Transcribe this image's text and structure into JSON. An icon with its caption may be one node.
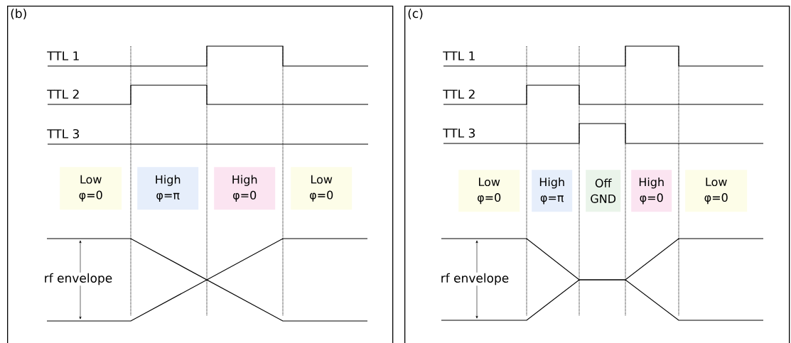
{
  "diagram": {
    "nodes": [
      {
        "text": [
          "(b)"
        ]
      },
      {
        "text": [
          "Low",
          "φ=0"
        ],
        "in": 0
      },
      {
        "text": [
          "High",
          "φ=π"
        ],
        "in": 0
      },
      {
        "text": [
          "High",
          "φ=0"
        ],
        "in": 0
      },
      {
        "text": [
          "Low",
          "φ=0"
        ],
        "in": 0
      },
      {
        "text": [
          "(c)"
        ]
      },
      {
        "text": [
          "Low",
          "φ=0"
        ],
        "in": 5
      },
      {
        "text": [
          "High",
          "φ=π"
        ],
        "in": 5
      },
      {
        "text": [
          "Off",
          "GND"
        ],
        "in": 5
      },
      {
        "text": [
          "High",
          "φ=0"
        ],
        "in": 5
      },
      {
        "text": [
          "Low",
          "φ=0"
        ],
        "in": 5
      }
    ],
    "labels": [
      "TTL 1",
      "TTL 2",
      "TTL 3",
      "rf envelope",
      "TTL 1",
      "TTL 2",
      "TTL 3",
      "rf envelope"
    ]
  }
}
